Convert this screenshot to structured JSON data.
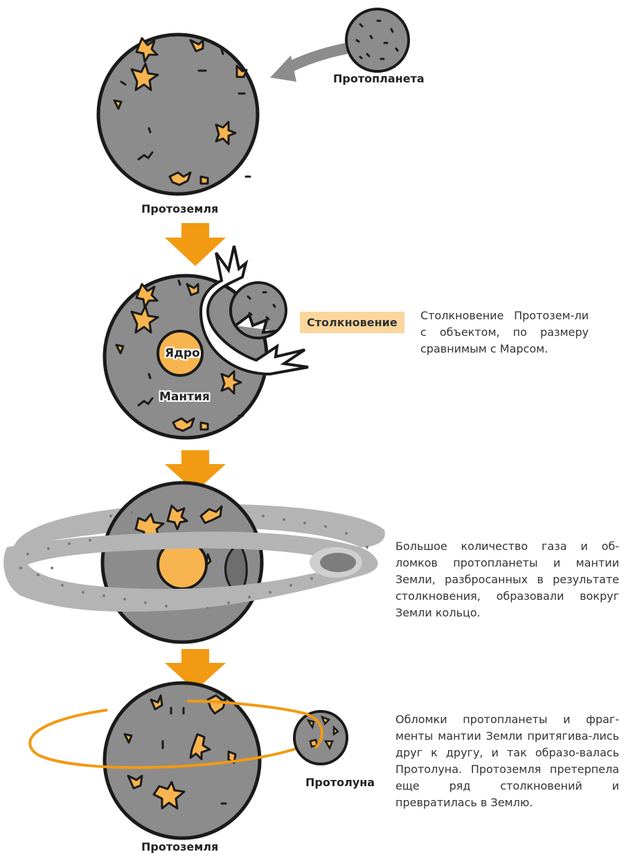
{
  "labels": {
    "protoplanet": "Протопланета",
    "protoearth_top": "Протоземля",
    "collision_badge": "Столкновение",
    "core": "Ядро",
    "mantle": "Мантия",
    "protomoon": "Протолуна",
    "protoearth_bottom": "Протоземля"
  },
  "descriptions": {
    "collision": "Столкновение Протозем-ли с объектом, по размеру сравнимым с Марсом.",
    "ring": "Большое количество газа и об-ломков протопланеты и мантии Земли, разбросанных в результате столкновения, образовали вокруг Земли кольцо.",
    "protomoon": "Обломки протопланеты и фраг-менты мантии Земли притягива-лись друг к другу, и так образо-валась Протолуна. Протоземля претерпела еще ряд столкновений и превратилась в Землю."
  },
  "colors": {
    "planet": "#8c8c8c",
    "outline": "#1a1a1a",
    "accent": "#f29a12",
    "core": "#f7b44f",
    "badge": "#fbd79d",
    "ring": "#b4b4b4"
  }
}
